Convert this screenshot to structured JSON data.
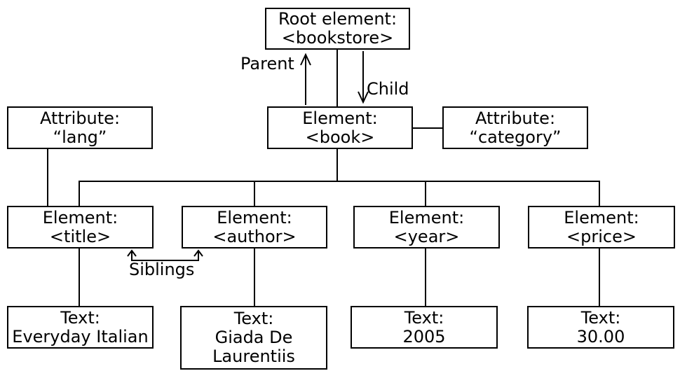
{
  "diagram": {
    "kind": "xml-node-tree",
    "colors": {
      "line": "#000000",
      "background": "#ffffff"
    },
    "boxes": {
      "root": {
        "lines": [
          "Root element:",
          "<bookstore>"
        ]
      },
      "attr_lang": {
        "lines": [
          "Attribute:",
          "“lang”"
        ]
      },
      "elem_book": {
        "lines": [
          "Element:",
          "<book>"
        ]
      },
      "attr_category": {
        "lines": [
          "Attribute:",
          "“category”"
        ]
      },
      "elem_title": {
        "lines": [
          "Element:",
          "<title>"
        ]
      },
      "elem_author": {
        "lines": [
          "Element:",
          "<author>"
        ]
      },
      "elem_year": {
        "lines": [
          "Element:",
          "<year>"
        ]
      },
      "elem_price": {
        "lines": [
          "Element:",
          "<price>"
        ]
      },
      "text_title": {
        "lines": [
          "Text:",
          "Everyday Italian"
        ]
      },
      "text_author": {
        "lines": [
          "Text:",
          "Giada De",
          "Laurentiis"
        ]
      },
      "text_year": {
        "lines": [
          "Text:",
          "2005"
        ]
      },
      "text_price": {
        "lines": [
          "Text:",
          "30.00"
        ]
      }
    },
    "labels": {
      "parent": "Parent",
      "child": "Child",
      "siblings": "Siblings"
    }
  }
}
